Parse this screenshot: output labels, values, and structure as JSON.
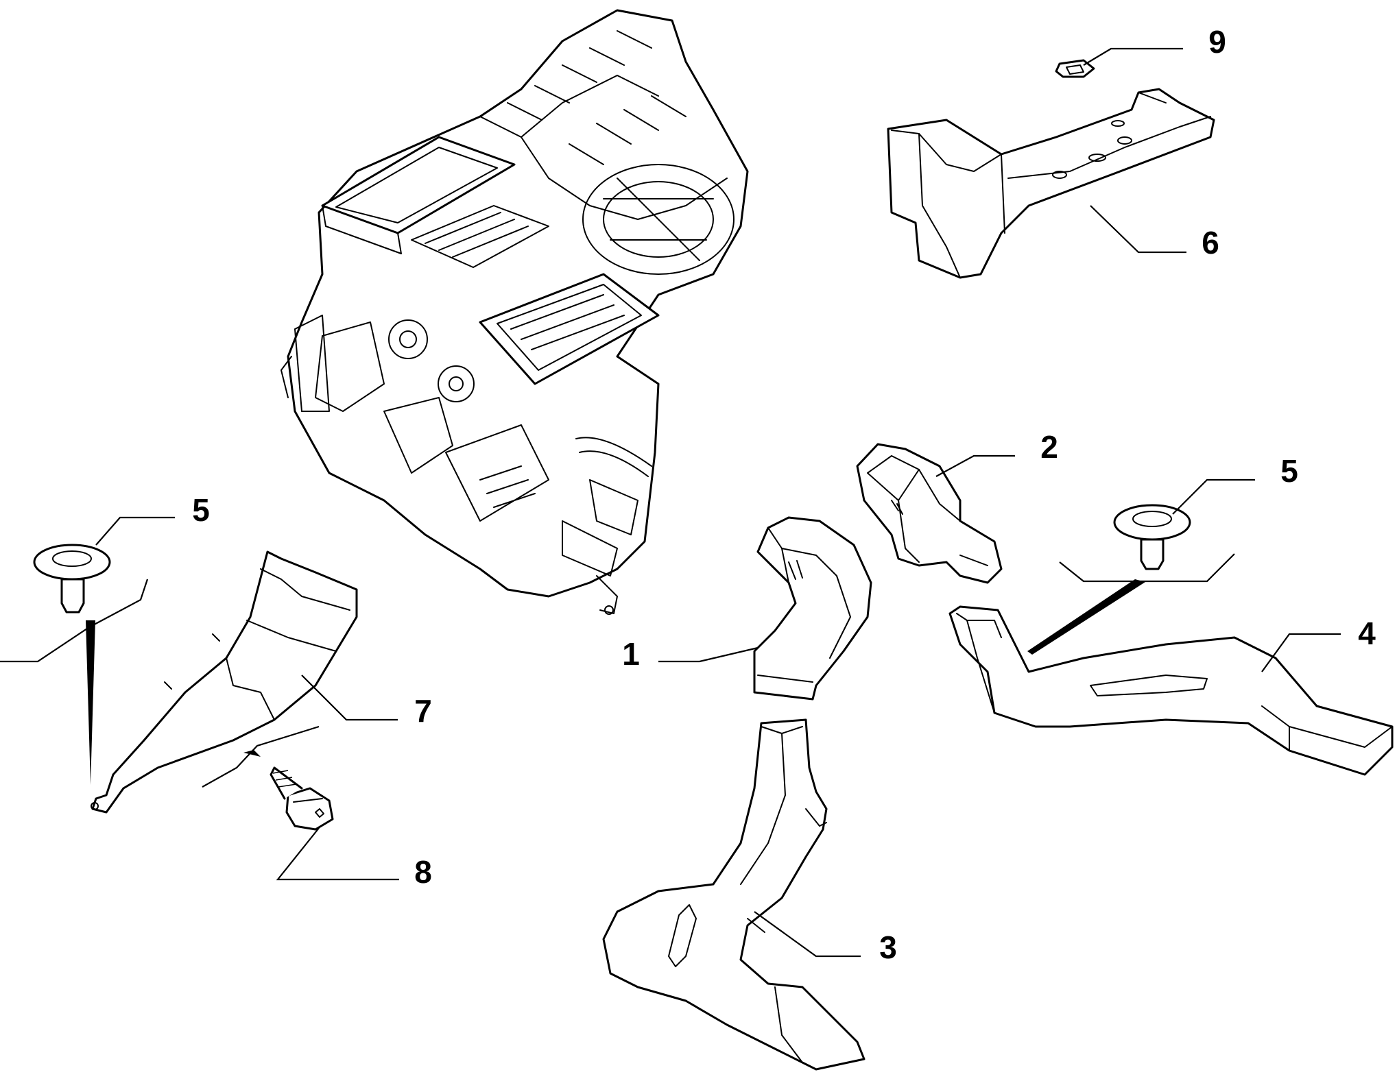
{
  "callouts": [
    {
      "id": "c1",
      "label": "1"
    },
    {
      "id": "c2",
      "label": "2"
    },
    {
      "id": "c3",
      "label": "3"
    },
    {
      "id": "c4",
      "label": "4"
    },
    {
      "id": "c5a",
      "label": "5"
    },
    {
      "id": "c5b",
      "label": "5"
    },
    {
      "id": "c6",
      "label": "6"
    },
    {
      "id": "c7",
      "label": "7"
    },
    {
      "id": "c8",
      "label": "8"
    },
    {
      "id": "c9",
      "label": "9"
    }
  ],
  "colors": {
    "line": "#000000",
    "background": "#ffffff"
  }
}
